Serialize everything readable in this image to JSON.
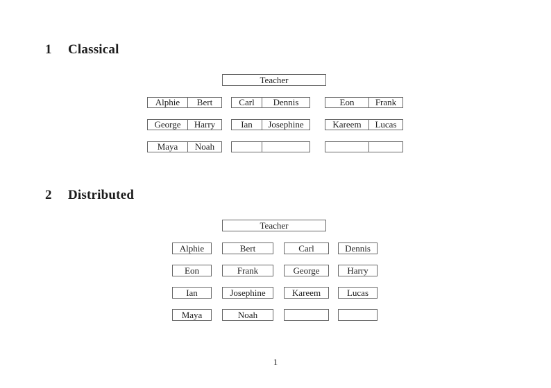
{
  "page": {
    "background_color": "#ffffff",
    "border_color": "#666666",
    "text_color": "#1c1c1c"
  },
  "footer": {
    "page_number": "1"
  },
  "sections": [
    {
      "number": "1",
      "title": "Classical",
      "teacher_label": "Teacher",
      "desk_rows": [
        [
          [
            "Alphie",
            "Bert"
          ],
          [
            "Carl",
            "Dennis"
          ],
          [
            "Eon",
            "Frank"
          ]
        ],
        [
          [
            "George",
            "Harry"
          ],
          [
            "Ian",
            "Josephine"
          ],
          [
            "Kareem",
            "Lucas"
          ]
        ],
        [
          [
            "Maya",
            "Noah"
          ],
          [
            "",
            ""
          ],
          [
            "",
            ""
          ]
        ]
      ]
    },
    {
      "number": "2",
      "title": "Distributed",
      "teacher_label": "Teacher",
      "desk_rows": [
        [
          "Alphie",
          "Bert",
          "Carl",
          "Dennis"
        ],
        [
          "Eon",
          "Frank",
          "George",
          "Harry"
        ],
        [
          "Ian",
          "Josephine",
          "Kareem",
          "Lucas"
        ],
        [
          "Maya",
          "Noah",
          "",
          ""
        ]
      ]
    }
  ]
}
